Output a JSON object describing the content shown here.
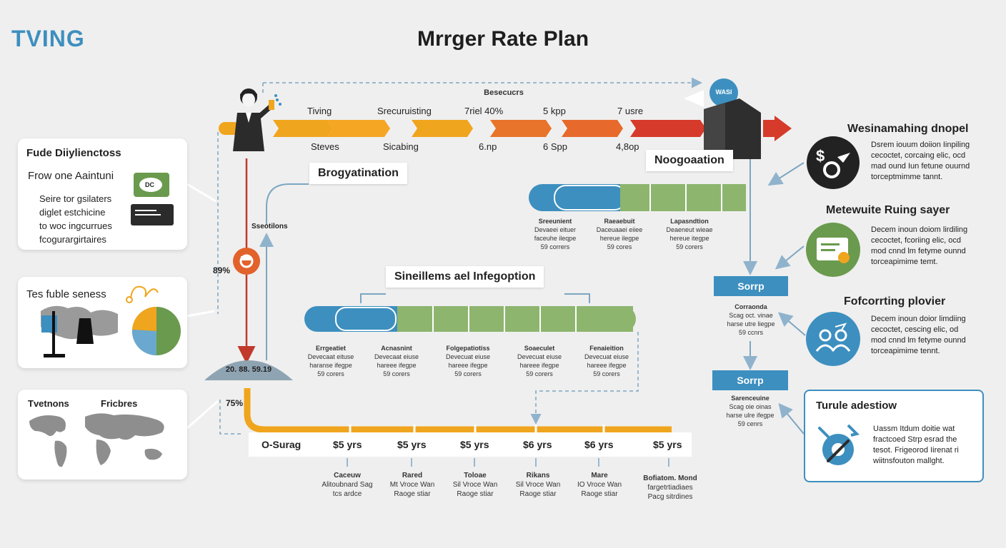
{
  "header": {
    "logo": "TVING",
    "title": "Mrrger Rate Plan"
  },
  "top_flow": {
    "header_label": "Besecucrs",
    "labels_top": [
      "Tiving",
      "Srecuruisting",
      "7riel 40%",
      "5 kpp",
      "7 usre"
    ],
    "labels_bottom": [
      "Steves",
      "Sicabing",
      "6.np",
      "6 Spp",
      "4,8op"
    ],
    "badge": "WASI"
  },
  "left_cards": [
    {
      "title": "Fude Diiylienctoss",
      "subtitle": "Frow one Aaintuni",
      "lines": [
        "Seire tor gsilaters",
        "diglet estchicine",
        "to woc ingcurrues",
        "fcogurargirtaires"
      ],
      "screen_text": "DC"
    },
    {
      "title": "Tes fuble seness"
    },
    {
      "title1": "Tvetnons",
      "title2": "Fricbres"
    }
  ],
  "middle": {
    "vertical_label": "Sseotilons",
    "percent_89": "89%",
    "dome_label": "20. 88. 59.19",
    "percent_75": "75%",
    "box_brogy": "Brogyatination",
    "box_noga": "Noogoaation",
    "box_sine": "Sineillems ael Infegoption",
    "upper_bar_items": [
      {
        "title": "Sreeunient",
        "lines": [
          "Devaeei eituer",
          "faceuhe ileqpe",
          "59 corrers"
        ]
      },
      {
        "title": "Raeaebuit",
        "lines": [
          "Daceuaaei eiiee",
          "hereue ilegpe",
          "59 cores"
        ]
      },
      {
        "title": "Lapasndtion",
        "lines": [
          "Deaeneut wieae",
          "hereue itegpe",
          "59 corers"
        ]
      }
    ],
    "lower_bar_items": [
      {
        "title": "Errgeatiet",
        "lines": [
          "Devecaat eituse",
          "haranse ifegpe",
          "59 corers"
        ]
      },
      {
        "title": "Acnasnint",
        "lines": [
          "Devecaat eiuse",
          "hareee ifegpe",
          "59 corers"
        ]
      },
      {
        "title": "Folgepatiotiss",
        "lines": [
          "Devecuat eiuse",
          "hareee ifegpe",
          "59 corers"
        ]
      },
      {
        "title": "Soaeculet",
        "lines": [
          "Devecuat eiuse",
          "hareee ifegpe",
          "59 corers"
        ]
      },
      {
        "title": "Fenaieition",
        "lines": [
          "Devecuat eiuse",
          "hareee ifegpe",
          "59 corers"
        ]
      }
    ]
  },
  "bottom": {
    "row_label": "O-Surag",
    "prices": [
      "$5 yrs",
      "$5 yrs",
      "$5 yrs",
      "$6 yrs",
      "$6 yrs",
      "$5 yrs"
    ],
    "columns": [
      {
        "title": "Caceuw",
        "lines": [
          "Alitoubnard Sag",
          "tcs ardce"
        ]
      },
      {
        "title": "Rared",
        "lines": [
          "Mt Vroce Wan",
          "Raoge stiar"
        ]
      },
      {
        "title": "Toloae",
        "lines": [
          "Sil Vroce Wan",
          "Raoge stiar"
        ]
      },
      {
        "title": "Rikans",
        "lines": [
          "Sil Vroce Wan",
          "Raoge stiar"
        ]
      },
      {
        "title": "Mare",
        "lines": [
          "IO Vroce Wan",
          "Raoge stiar"
        ]
      },
      {
        "title": "Bofiatom. Mond",
        "lines": [
          "fargetrtiadiaes",
          "Pacg sitrdines"
        ]
      }
    ]
  },
  "right": {
    "sections": [
      {
        "title": "Wesinamahing dnopel",
        "lines": [
          "Dsrem iouum doiion Iinpiling",
          "cecoctet, corcaing elic, ocd",
          "mad ound Iun fetune ouurnd",
          "torceptmimme tannt."
        ]
      },
      {
        "title": "Metewuite Ruing sayer",
        "lines": [
          "Decem inoun doiom lirdiling",
          "cecoctet, fcoriing elic, ocd",
          "mod cnnd lm fetyme ounnd",
          "torceapimime temt."
        ]
      },
      {
        "title": "Fofcorrting plovier",
        "lines": [
          "Decem inoun doior limdiing",
          "cecoctet, cescing elic, od",
          "mod cnnd lm fetyme ounnd",
          "torceapimime tennt."
        ]
      }
    ],
    "blue_box_1": "Sorrp",
    "blue_box_2": "Sorrp",
    "sub_1": {
      "title": "Corraonda",
      "lines": [
        "Scag oct. vinae",
        "harse utre liegpe",
        "59 ccnrs"
      ]
    },
    "sub_2": {
      "title": "Sarenceuine",
      "lines": [
        "Scag oie oinas",
        "harse ulre ifegpe",
        "59 cenrs"
      ]
    },
    "callout": {
      "title": "Turule adestiow",
      "lines": [
        "Uassm Itdum doitie wat",
        "fractcoed Strp esrad the",
        "tesot. Frigeorod Iirenat ri",
        "wiitnsfouton mallght."
      ]
    }
  }
}
